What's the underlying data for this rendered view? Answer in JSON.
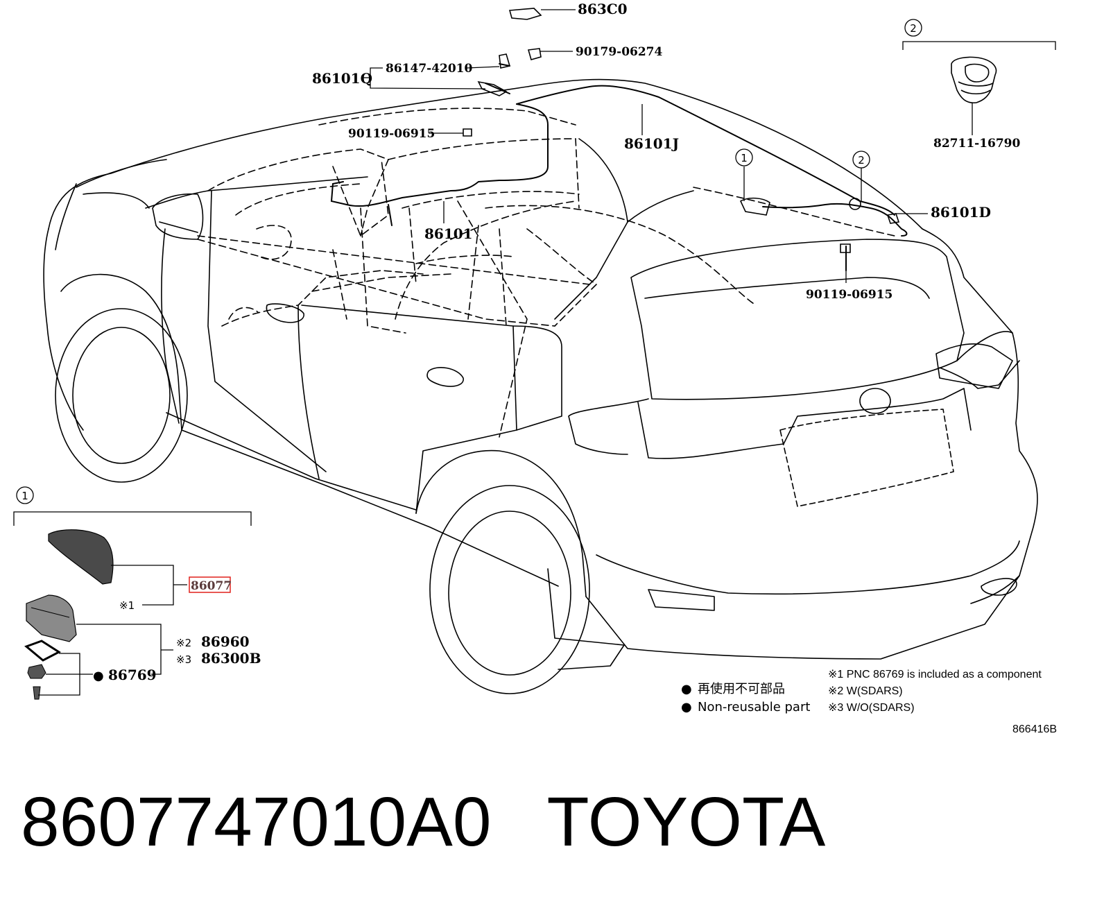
{
  "parts": {
    "p863c0": "863C0",
    "p90179": "90179-06274",
    "p86147": "86147-42010",
    "p86101q": "86101Q",
    "p90119_top": "90119-06915",
    "p86101j": "86101J",
    "p86101": "86101",
    "p86101d": "86101D",
    "p90119_rear": "90119-06915",
    "p82711": "82711-16790",
    "p86077": "86077",
    "p86960": "86960",
    "p86300b": "86300B",
    "p86769": "86769"
  },
  "markers": {
    "ref1": "※1",
    "ref2": "※2",
    "ref3": "※3",
    "circle1": "1",
    "circle2": "2",
    "bullet": "●"
  },
  "legend": {
    "jp": "再使用不可部品",
    "en": "Non-reusable part",
    "note1": "※1 PNC 86769 is included as a component",
    "note2": "※2 W(SDARS)",
    "note3": "※3 W/O(SDARS)"
  },
  "diagram_id": "866416B",
  "footer": {
    "part_number": "8607747010A0",
    "brand": "TOYOTA"
  },
  "colors": {
    "line": "#000000",
    "highlight": "#e0201b",
    "fin_fill": "#4a4a4a"
  }
}
